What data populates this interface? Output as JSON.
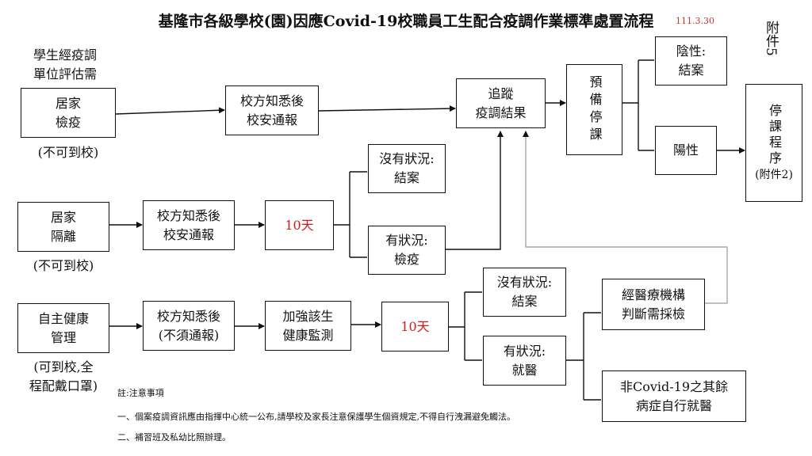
{
  "title": "基隆市各級學校(園)因應Covid-19校職員工生配合疫調作業標準處置流程",
  "date": "111.3.30",
  "annex": "附件5",
  "top_left_label": "學生經疫調\n單位評估需",
  "rows": {
    "r1": {
      "start": "居家\n檢疫",
      "start_note": "(不可到校)",
      "notify": "校方知悉後\n校安通報"
    },
    "r2": {
      "start": "居家\n隔離",
      "start_note": "(不可到校)",
      "notify": "校方知悉後\n校安通報",
      "days": "10天",
      "no_symptom": "沒有狀況:\n結案",
      "symptom": "有狀況:\n檢疫"
    },
    "r3": {
      "start": "自主健康\n管理",
      "start_note": "(可到校,全\n程配戴口罩)",
      "notify": "校方知悉後\n(不須通報)",
      "monitor": "加強該生\n健康監測",
      "days": "10天",
      "no_symptom": "沒有狀況:\n結案",
      "symptom": "有狀況:\n就醫",
      "medical": "經醫療機構\n判斷需採檢",
      "other": "非Covid-19之其餘\n病症自行就醫"
    }
  },
  "track": "追蹤\n疫調結果",
  "prep_suspend": "預備停課",
  "negative": "陰性:\n結案",
  "positive": "陽性",
  "suspend": "停課程序",
  "suspend_note": "(附件2)",
  "notes": {
    "heading": "註:注意事項",
    "items": [
      "一、個案疫調資訊應由指揮中心統一公布,請學校及家長注意保護學生個資規定,不得自行洩漏避免觸法。",
      "二、補習班及私幼比照辦理。"
    ]
  }
}
